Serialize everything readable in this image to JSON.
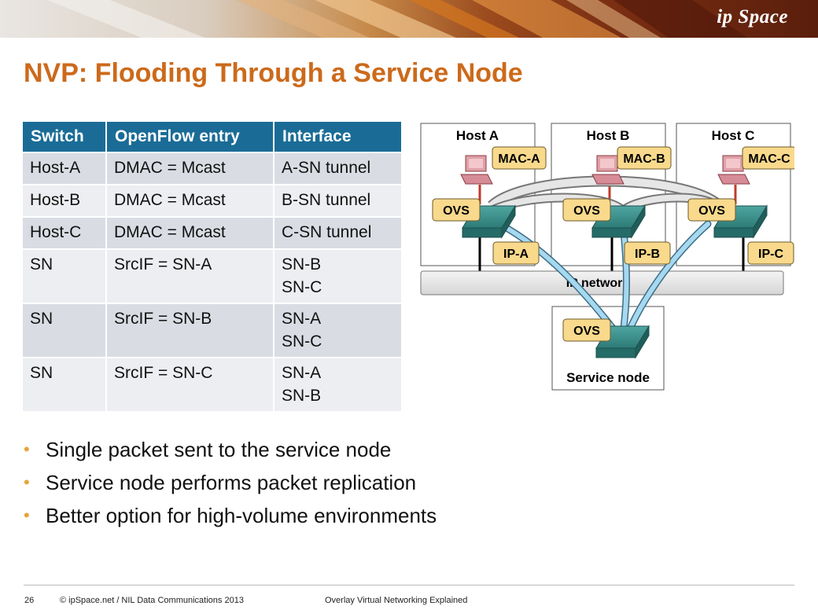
{
  "header": {
    "logo": "ip Space"
  },
  "slide": {
    "title": "NVP: Flooding Through a Service Node"
  },
  "table": {
    "headers": [
      "Switch",
      "OpenFlow entry",
      "Interface"
    ],
    "rows": [
      {
        "switch": "Host-A",
        "entry": "DMAC = Mcast",
        "interface": [
          "A-SN tunnel"
        ]
      },
      {
        "switch": "Host-B",
        "entry": "DMAC = Mcast",
        "interface": [
          "B-SN tunnel"
        ]
      },
      {
        "switch": "Host-C",
        "entry": "DMAC = Mcast",
        "interface": [
          "C-SN tunnel"
        ]
      },
      {
        "switch": "SN",
        "entry": "SrcIF = SN-A",
        "interface": [
          "SN-B",
          "SN-C"
        ]
      },
      {
        "switch": "SN",
        "entry": "SrcIF = SN-B",
        "interface": [
          "SN-A",
          "SN-C"
        ]
      },
      {
        "switch": "SN",
        "entry": "SrcIF = SN-C",
        "interface": [
          "SN-A",
          "SN-B"
        ]
      }
    ]
  },
  "diagram": {
    "hosts": [
      {
        "title": "Host A",
        "mac": "MAC-A",
        "ovs": "OVS",
        "ip": "IP-A"
      },
      {
        "title": "Host B",
        "mac": "MAC-B",
        "ovs": "OVS",
        "ip": "IP-B"
      },
      {
        "title": "Host C",
        "mac": "MAC-C",
        "ovs": "OVS",
        "ip": "IP-C"
      }
    ],
    "network_label": "IP network",
    "service_node": {
      "ovs": "OVS",
      "label": "Service node"
    }
  },
  "bullets": [
    "Single packet sent to the service node",
    "Service node performs packet replication",
    "Better option for high-volume environments"
  ],
  "footer": {
    "page": "26",
    "copyright": "© ipSpace.net / NIL Data Communications 2013",
    "course": "Overlay Virtual Networking Explained"
  },
  "colors": {
    "title": "#cc6a1b",
    "table_header": "#1a6c96",
    "tunnel": "#9fd3ee",
    "label_box": "#f9d98c"
  }
}
